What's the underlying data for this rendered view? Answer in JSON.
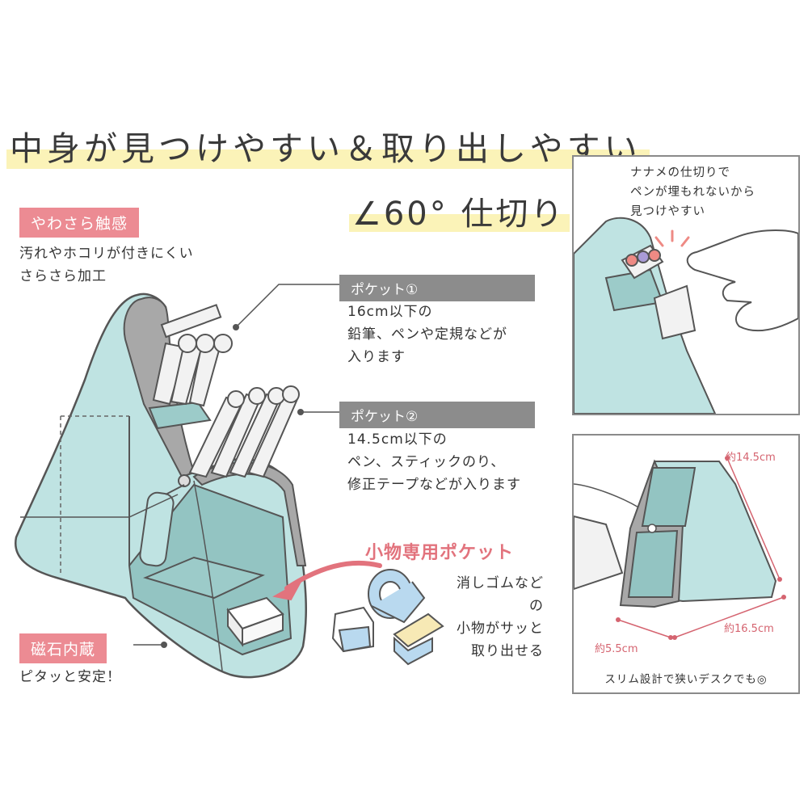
{
  "headline": "中身が見つけやすい＆取り出しやすい",
  "angle_label": "∠60° 仕切り",
  "texture": {
    "tag": "やわさら触感",
    "text": "汚れやホコリが付きにくい\nさらさら加工"
  },
  "pocket1": {
    "tag": "ポケット①",
    "text": "16cm以下の\n鉛筆、ペンや定規などが\n入ります"
  },
  "pocket2": {
    "tag": "ポケット②",
    "text": "14.5cm以下の\nペン、スティックのり、\n修正テープなどが入ります"
  },
  "small_pocket": {
    "title": "小物専用ポケット",
    "text": "消しゴムなどの\n小物がサッと\n取り出せる"
  },
  "magnet": {
    "tag": "磁石内蔵",
    "text": "ピタッと安定！"
  },
  "panel_top": {
    "text": "ナナメの仕切りで\nペンが埋もれないから\n見つけやすい"
  },
  "panel_bottom": {
    "height": "約14.5cm",
    "length": "約16.5cm",
    "width": "約5.5cm",
    "caption": "スリム設計で狭いデスクでも◎"
  },
  "colors": {
    "case_blue": "#bfe3e2",
    "case_edge": "#8d8d8d",
    "tag_pink": "#ec8b93",
    "tag_gray": "#8c8c8c",
    "title_pink": "#e2737d",
    "highlight": "#fbf3b8",
    "dimension": "#d56470"
  }
}
